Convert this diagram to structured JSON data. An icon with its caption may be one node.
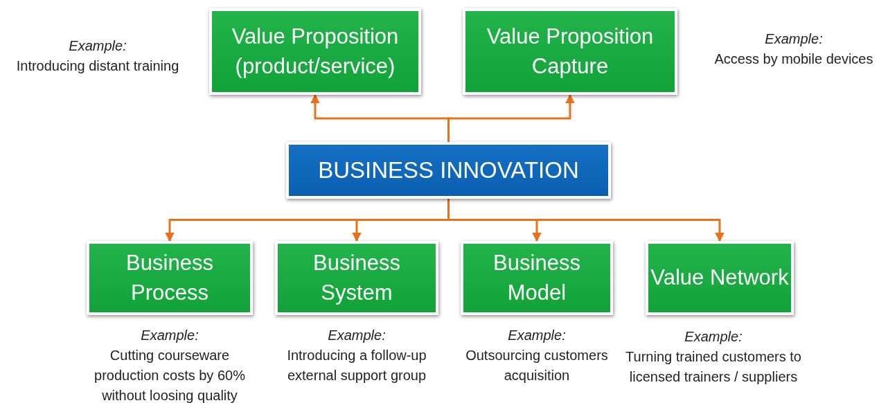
{
  "diagram": {
    "nodes": [
      {
        "text": [
          "Value Proposition (product/service)"
        ],
        "beside": [
          "Example:",
          "Introducing distant training"
        ]
      },
      {
        "text": [
          "Value Proposition Capture"
        ],
        "beside": [
          "Example:",
          "Access by mobile devices"
        ]
      },
      {
        "text": [
          "BUSINESS INNOVATION"
        ]
      },
      {
        "text": [
          "Business Process"
        ],
        "beside": [
          "Example:",
          "Cutting courseware production costs by 60% without loosing quality"
        ]
      },
      {
        "text": [
          "Business System"
        ],
        "beside": [
          "Example:",
          "Introducing a follow-up external support group"
        ]
      },
      {
        "text": [
          "Business Model"
        ],
        "beside": [
          "Example:",
          "Outsourcing customers acquisition"
        ]
      },
      {
        "text": [
          "Value Network"
        ],
        "beside": [
          "Example:",
          "Turning trained customers to licensed trainers / suppliers"
        ]
      }
    ],
    "edges": [
      {
        "from": 2,
        "to": 0,
        "arrow": "to"
      },
      {
        "from": 2,
        "to": 1,
        "arrow": "to"
      },
      {
        "from": 2,
        "to": 3,
        "arrow": "to"
      },
      {
        "from": 2,
        "to": 4,
        "arrow": "to"
      },
      {
        "from": 2,
        "to": 5,
        "arrow": "to"
      },
      {
        "from": 2,
        "to": 6,
        "arrow": "to"
      }
    ]
  }
}
